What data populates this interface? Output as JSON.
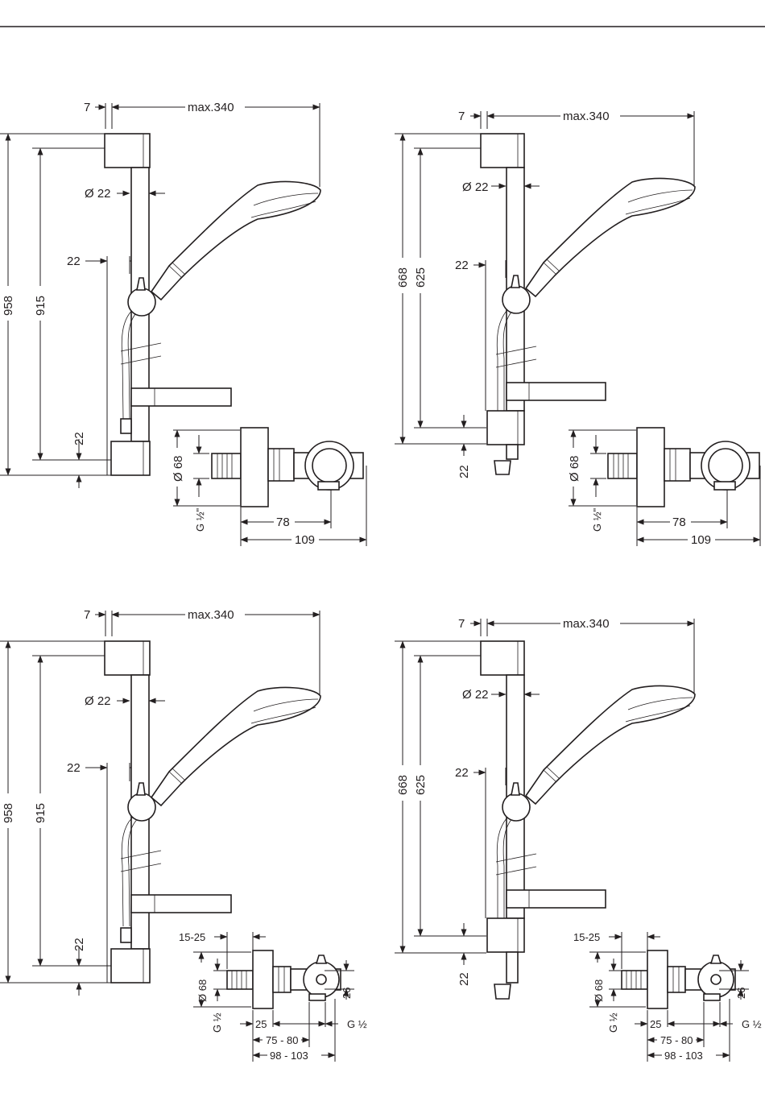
{
  "colors": {
    "ink": "#231f20",
    "paper": "#ffffff"
  },
  "panels": [
    {
      "id": "top-left",
      "labels": {
        "offset": "7",
        "reach": "max.340",
        "rod_diameter": "Ø 22",
        "clearance": "22",
        "total_height": "958",
        "rail_height": "915",
        "bottom": "22",
        "valve_diameter": "Ø 68",
        "thread": "G ½\"",
        "depth_short": "78",
        "depth_long": "109"
      }
    },
    {
      "id": "top-right",
      "labels": {
        "offset": "7",
        "reach": "max.340",
        "rod_diameter": "Ø 22",
        "clearance": "22",
        "total_height": "668",
        "rail_height": "625",
        "bottom": "22",
        "valve_diameter": "Ø 68",
        "thread": "G ½\"",
        "depth_short": "78",
        "depth_long": "109"
      }
    },
    {
      "id": "bottom-left",
      "labels": {
        "offset": "7",
        "reach": "max.340",
        "rod_diameter": "Ø 22",
        "clearance": "22",
        "total_height": "958",
        "rail_height": "915",
        "bottom": "22",
        "flange": "15-25",
        "valve_diameter": "Ø 68",
        "height_small": "26",
        "thread_left": "G ½",
        "thread_right": "G ½",
        "d1": "25",
        "d2": "75 - 80",
        "d3": "98 - 103"
      }
    },
    {
      "id": "bottom-right",
      "labels": {
        "offset": "7",
        "reach": "max.340",
        "rod_diameter": "Ø 22",
        "clearance": "22",
        "total_height": "668",
        "rail_height": "625",
        "bottom": "22",
        "flange": "15-25",
        "valve_diameter": "Ø 68",
        "height_small": "26",
        "thread_left": "G ½",
        "thread_right": "G ½",
        "d1": "25",
        "d2": "75 - 80",
        "d3": "98 - 103"
      }
    }
  ]
}
